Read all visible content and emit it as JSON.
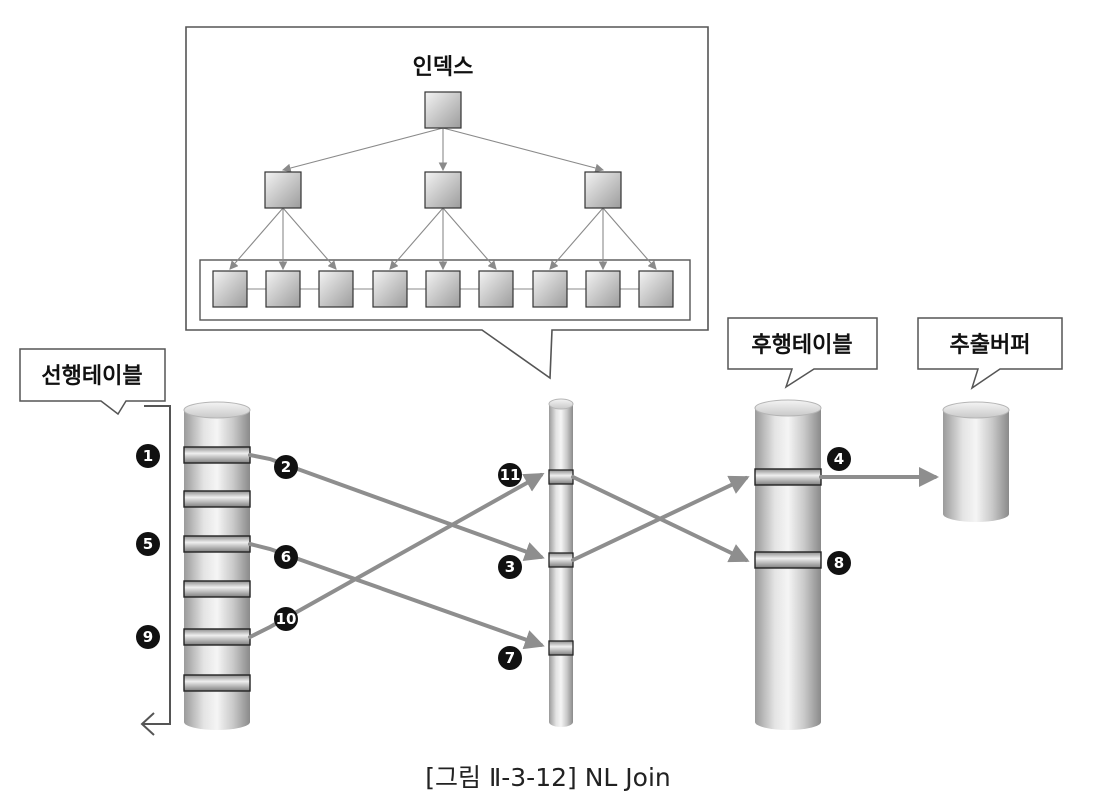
{
  "labels": {
    "index": "인덱스",
    "outer_table": "선행테이블",
    "inner_table": "후행테이블",
    "output_buffer": "추출버퍼"
  },
  "step_markers": [
    "1",
    "2",
    "3",
    "4",
    "5",
    "6",
    "7",
    "8",
    "9",
    "10",
    "11"
  ],
  "caption": "[그림 Ⅱ-3-12] NL Join",
  "colors": {
    "arrow": "#8e8e8e",
    "line": "#777777",
    "marker": "#111111",
    "node_border": "#333333"
  }
}
